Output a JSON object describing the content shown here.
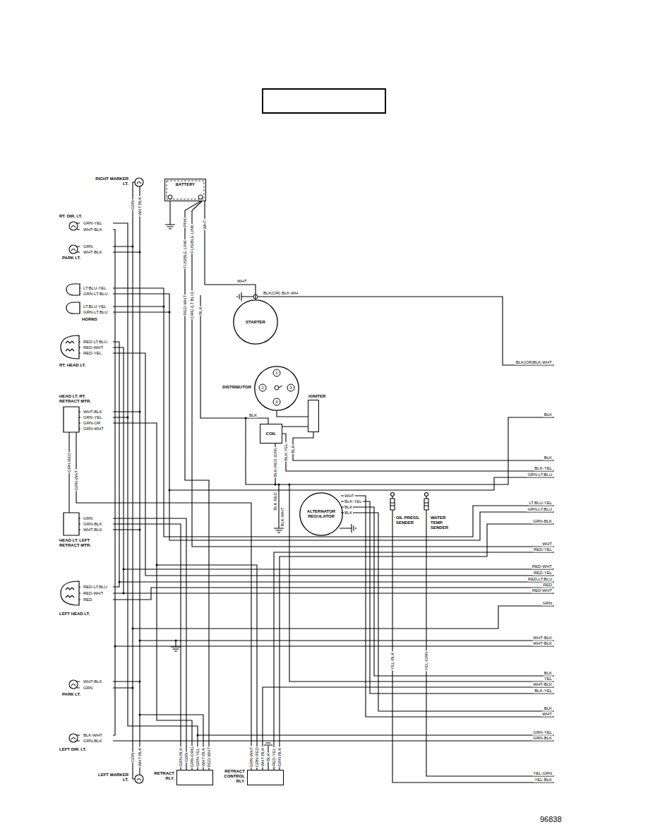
{
  "diagram": {
    "nodes": [
      {
        "text": [
          "RIGHT MARKER LT."
        ]
      },
      {
        "text": [
          "BATTERY"
        ]
      },
      {
        "text": [
          "RT. DIR. LT."
        ]
      },
      {
        "text": [
          "PARK LT."
        ]
      },
      {
        "text": [
          "STARTER"
        ]
      },
      {
        "text": [
          "HORNS"
        ]
      },
      {
        "text": [
          "RT. HEAD LT."
        ]
      },
      {
        "text": [
          "DISTRIBUTOR"
        ]
      },
      {
        "text": [
          "HEAD LT. RT. RETRACT MTR."
        ]
      },
      {
        "text": [
          "IGNITER"
        ]
      },
      {
        "text": [
          "COIL"
        ]
      },
      {
        "text": [
          "ALTERNATOR REGULATOR"
        ]
      },
      {
        "text": [
          "OIL PRESS. SENDER"
        ]
      },
      {
        "text": [
          "WATER TEMP. SENDER"
        ]
      },
      {
        "text": [
          "HEAD LT. LEFT RETRACT MTR."
        ]
      },
      {
        "text": [
          "LEFT HEAD LT."
        ]
      },
      {
        "text": [
          "PARK LT."
        ]
      },
      {
        "text": [
          "LEFT DIR. LT."
        ]
      },
      {
        "text": [
          "LEFT MARKER LT."
        ]
      },
      {
        "text": [
          "RETRACT RLY."
        ]
      },
      {
        "text": [
          "RETRACT CONTROL RLY."
        ]
      }
    ],
    "edges": [
      {
        "from": 1,
        "to": 4,
        "arrow": "none",
        "label": "WHT"
      },
      {
        "from": 7,
        "to": 9,
        "arrow": "none"
      },
      {
        "from": 9,
        "to": 10,
        "arrow": "none"
      }
    ],
    "labels": [
      "GRN",
      "WHT-BLK",
      "GRN-YEL",
      "WHT-BLK",
      "GRN",
      "WHT-BLK",
      "LT.BLU-YEL",
      "GRN-LT.BLU",
      "LT.BLU-YEL",
      "GRN-LT.BLU",
      "RED-LT.BLU",
      "RED-WHT",
      "RED-YEL",
      "WHT-BLK",
      "GRN-YEL",
      "GRN-OR",
      "GRN-WHT",
      "GRN-RED",
      "GRN-WHT",
      "GRN",
      "GRN-BLK",
      "WHT-BLK",
      "RED-LT.BLU",
      "RED-WHT",
      "RED",
      "WHT-BLK",
      "GRN",
      "BLK-WHT",
      "GRN-BLK",
      "GRN",
      "WHT-BLK",
      "GRN-BLK",
      "GRN",
      "GRN-ORG",
      "GRN-YEL",
      "WHT-BLK",
      "RED-WHT",
      "GRN-WHT",
      "GRN-RED",
      "WHT-BLK",
      "BLK",
      "RED-YEL",
      "GRN-BLK",
      "PNK",
      "FUSIBLE LINK",
      "FUSIBLE LINK",
      "WHT",
      "RED-WHT",
      "ORG (LT.BLU)",
      "BLK",
      "BLK(OR) BLK-WH",
      "1",
      "2",
      "3",
      "4",
      "BLK",
      "BLK-YEL",
      "BLK",
      "BLK-RED (OR)",
      "BLK RED",
      "BLK-WHT",
      "WHT",
      "BLK-YEL",
      "BLK",
      "BLK",
      "YEL-BLK",
      "YEL-GRN",
      "BLK(OR)BLK-WHT",
      "BLK",
      "BLK",
      "BLK-YEL",
      "GRN-LT.BLU",
      "LT.BLU-YEL",
      "GRN-LT.BLU",
      "GRN-BLK",
      "WHT",
      "RED-YEL",
      "RED-WHT",
      "RED-YEL",
      "RED-LT.BLU",
      "RED",
      "RED-WHT",
      "GRN",
      "WHT-BLK",
      "WHT-BLK",
      "BLK",
      "YEL",
      "WHT-BLK",
      "BLK-YEL",
      "BLK",
      "WHT",
      "GRN-YEL",
      "GRN-BLK",
      "YEL-GRN",
      "YEL-BLK",
      "96838"
    ]
  }
}
